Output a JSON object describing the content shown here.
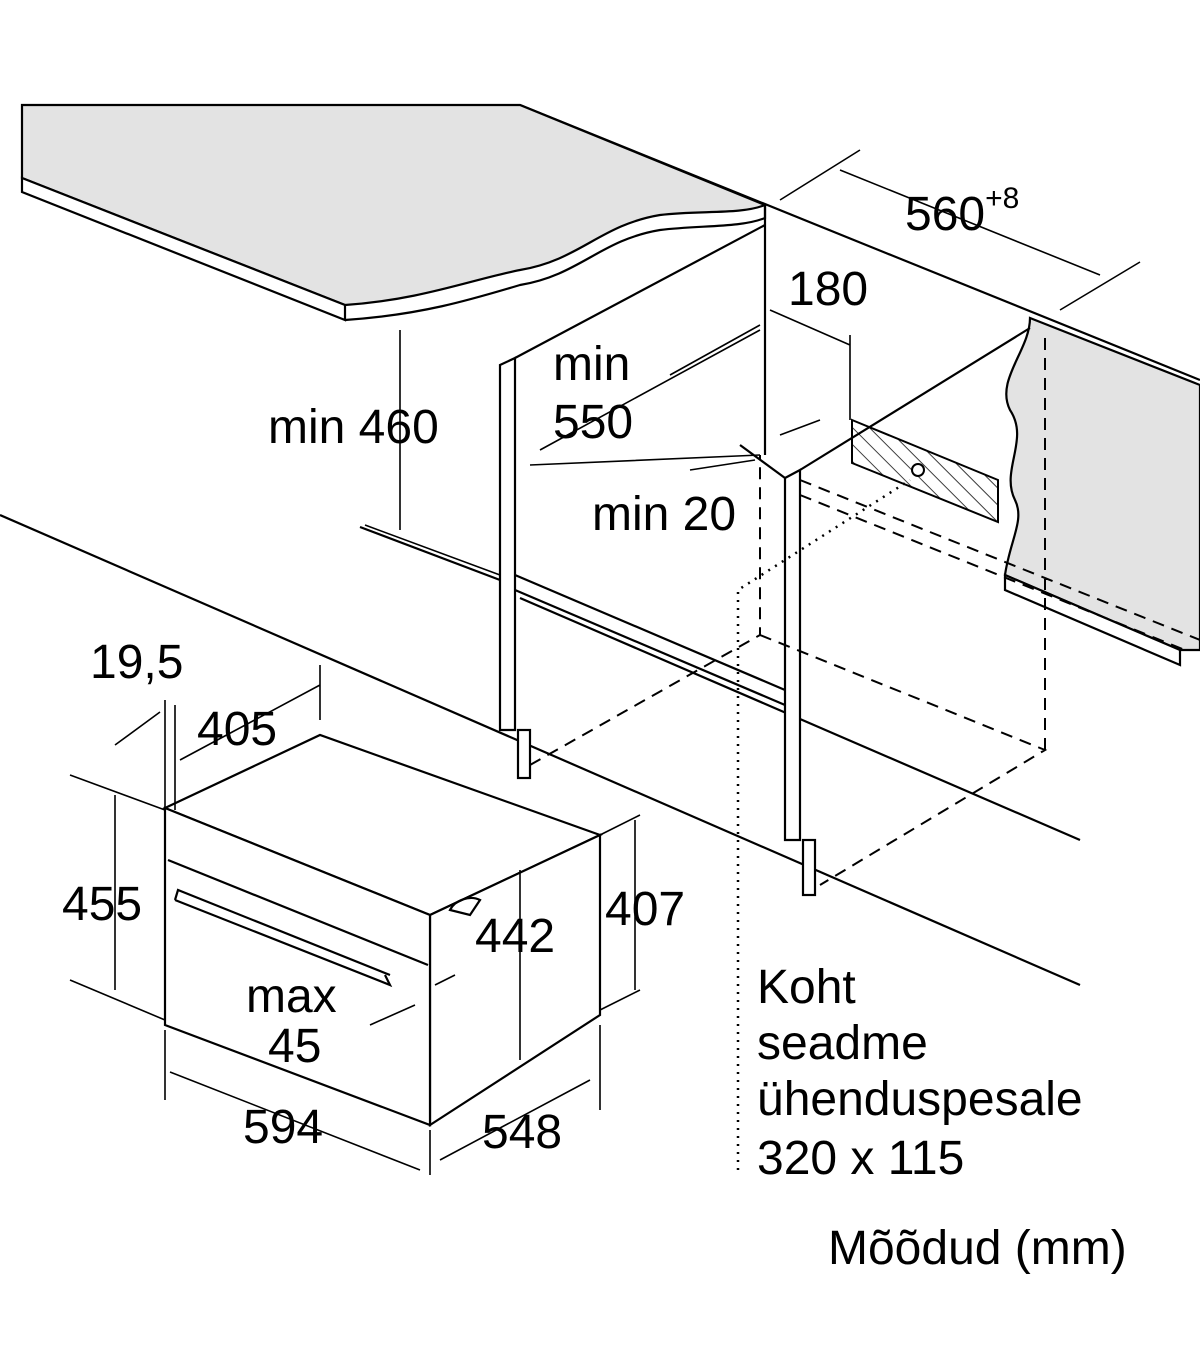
{
  "labels": {
    "niche_width": "560",
    "niche_width_tol": "+8",
    "socket_offset": "180",
    "min_depth_line1": "min",
    "min_depth_line2": "550",
    "min_height": "min 460",
    "min_gap": "min 20",
    "front_offset": "19,5",
    "depth_405": "405",
    "height_455": "455",
    "height_442": "442",
    "height_407": "407",
    "max_line1": "max",
    "max_line2": "45",
    "width_594": "594",
    "depth_548": "548",
    "socket_note": [
      "Koht",
      "seadme",
      "ühenduspesale",
      "320 x 115"
    ],
    "units": "Mõõdud (mm)"
  },
  "colors": {
    "countertop": "#e3e3e3",
    "line": "#000000"
  }
}
